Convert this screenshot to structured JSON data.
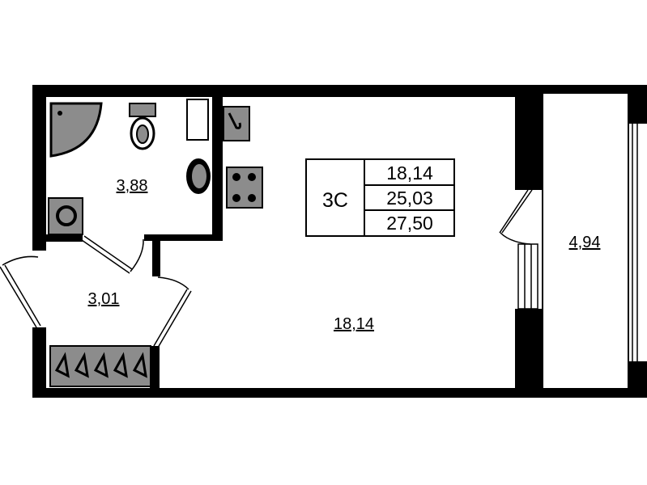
{
  "plan": {
    "apartment_type": "3С",
    "areas_summary": [
      "18,14",
      "25,03",
      "27,50"
    ],
    "rooms": {
      "bathroom": "3,88",
      "hallway": "3,01",
      "living_room": "18,14",
      "balcony": "4,94"
    }
  },
  "colors": {
    "wall": "#000000",
    "fixture": "#8c8c8c",
    "background": "#ffffff"
  }
}
